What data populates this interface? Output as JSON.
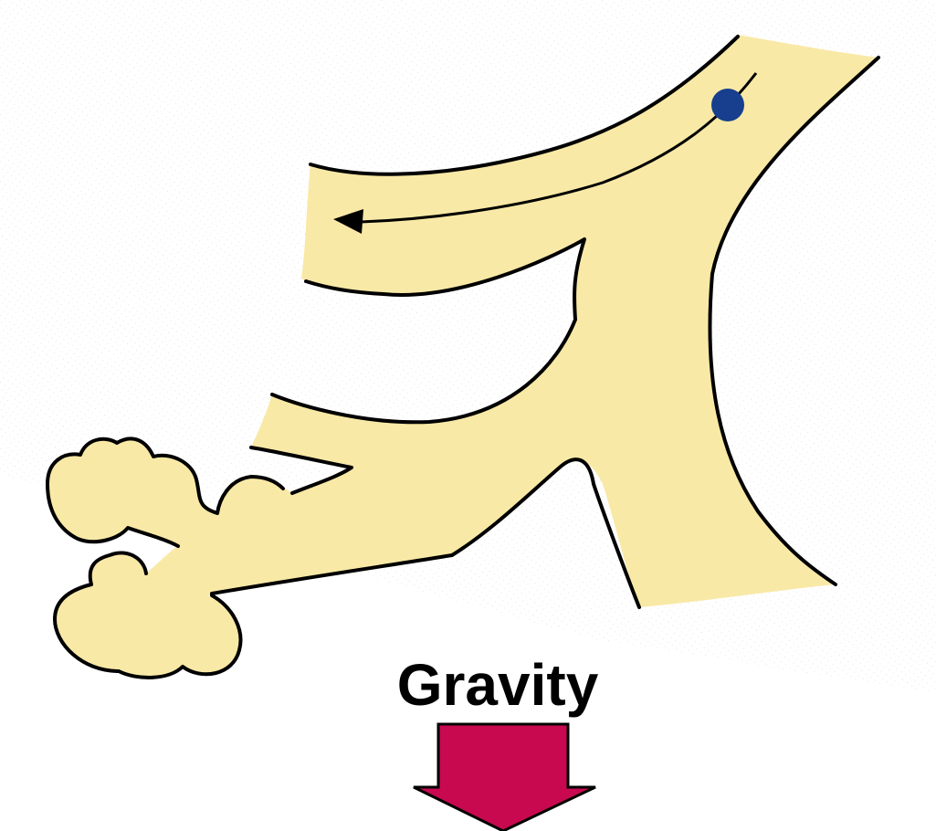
{
  "diagram": {
    "label": "Gravity",
    "colors": {
      "background": "#ffffff",
      "dither": "#e6e6e6",
      "tissue_fill": "#f9e9a6",
      "outline": "#000000",
      "particle": "#173f8e",
      "gravity_arrow": "#c8094f",
      "text": "#000000"
    },
    "icons": {
      "particle": "circle",
      "flow_arrow": "arrow-left",
      "gravity_arrow": "arrow-down"
    }
  }
}
